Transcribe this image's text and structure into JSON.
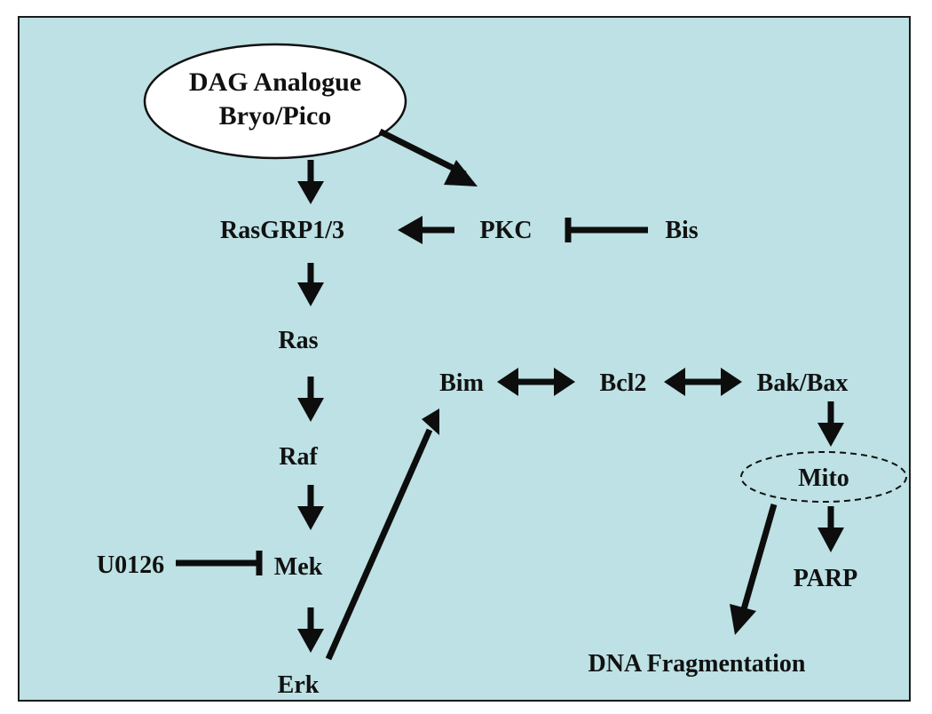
{
  "colors": {
    "background": "#bde1e4",
    "border": "#1a1a1a",
    "ink": "#0d0d0d",
    "oval_fill": "#ffffff"
  },
  "nodes": {
    "dag": {
      "line1": "DAG Analogue",
      "line2": "Bryo/Pico"
    },
    "rasgrp": "RasGRP1/3",
    "pkc": "PKC",
    "bis": "Bis",
    "ras": "Ras",
    "raf": "Raf",
    "mek": "Mek",
    "erk": "Erk",
    "u0126": "U0126",
    "bim": "Bim",
    "bcl2": "Bcl2",
    "bakbax": "Bak/Bax",
    "mito": "Mito",
    "parp": "PARP",
    "dna": "DNA Fragmentation"
  }
}
